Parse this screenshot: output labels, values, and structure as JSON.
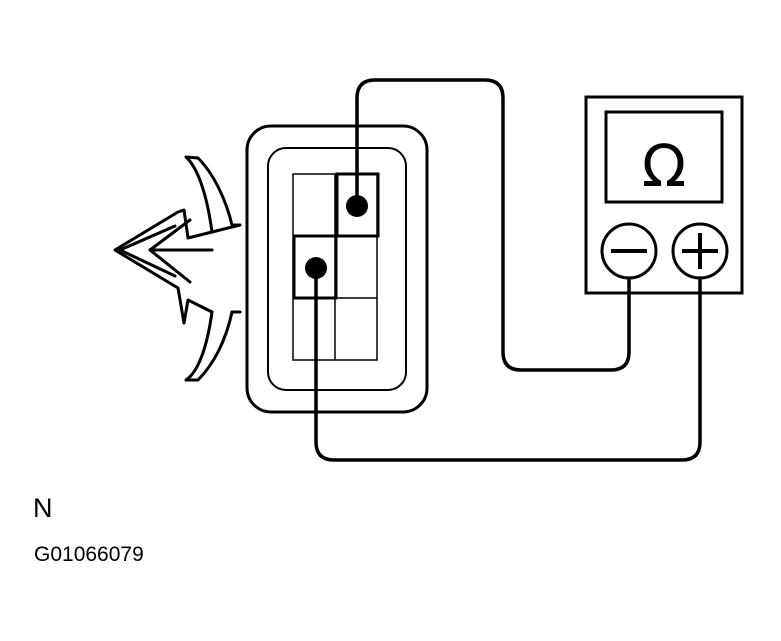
{
  "meter": {
    "symbol": "Ω",
    "negative_symbol": "−",
    "positive_symbol": "+"
  },
  "labels": {
    "view": "N",
    "figure_id": "G01066079"
  },
  "colors": {
    "ink": "#000000",
    "paper": "#ffffff"
  }
}
